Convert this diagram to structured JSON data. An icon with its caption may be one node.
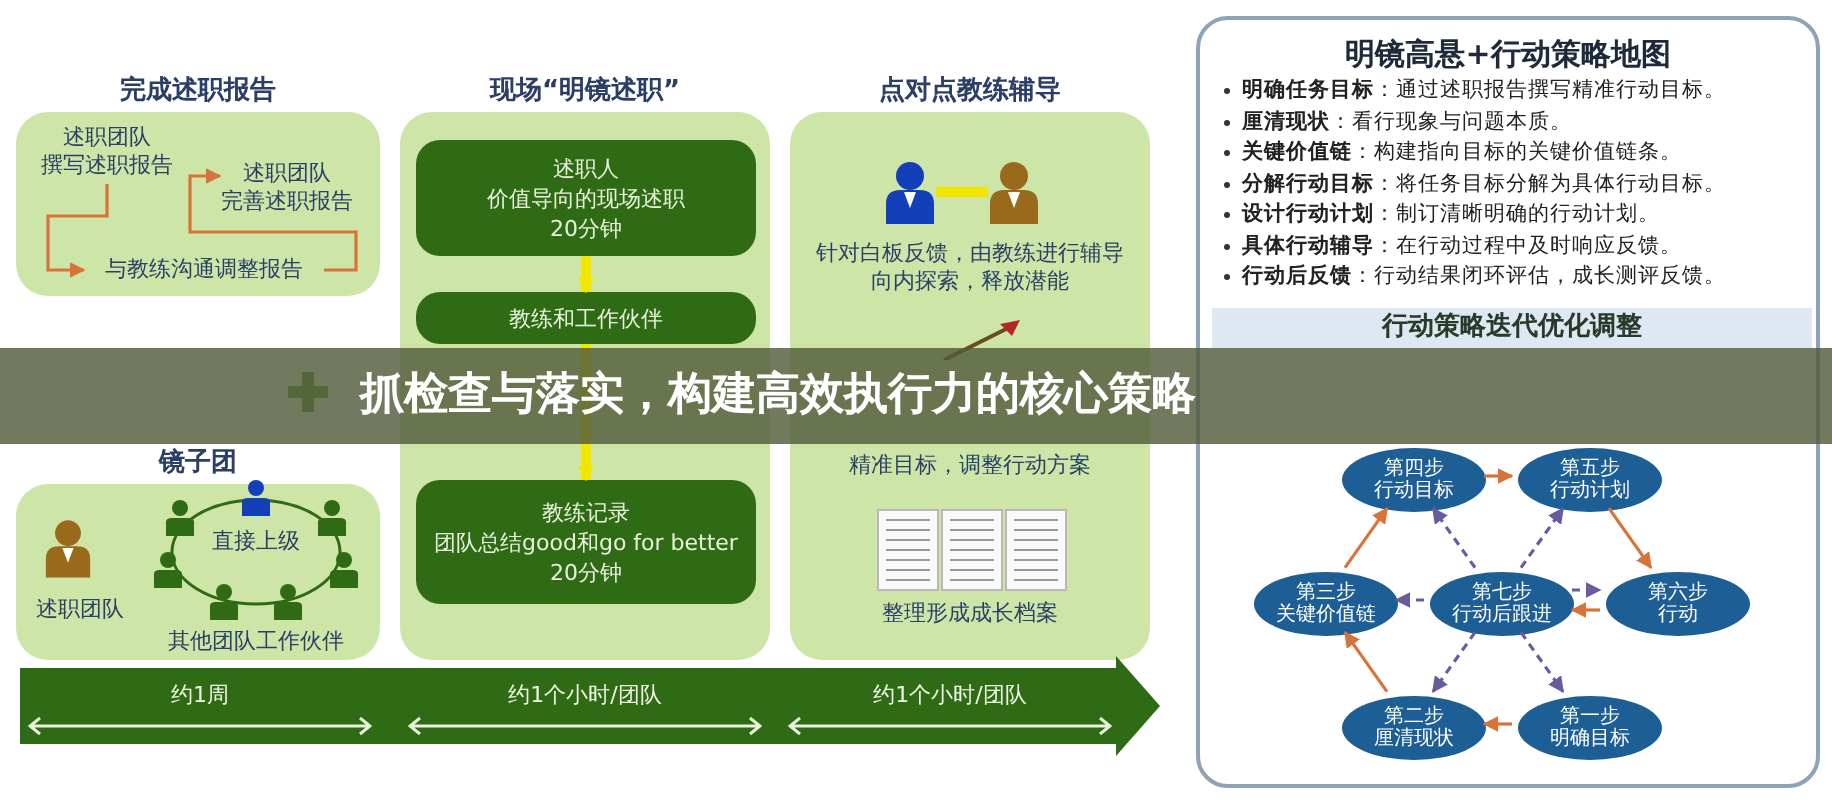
{
  "diagram": {
    "title": "抓检查与落实，构建高效执行力的核心策略",
    "nodes": [
      {
        "text": [
          "完成述职报告"
        ]
      },
      {
        "text": [
          "述职团队",
          "撰写述职报告"
        ],
        "in": 0
      },
      {
        "text": [
          "述职团队",
          "完善述职报告"
        ],
        "in": 0
      },
      {
        "text": [
          "与教练沟通调整报告"
        ],
        "in": 0
      },
      {
        "text": [
          "镜子团"
        ]
      },
      {
        "text": [
          "现场“明镜述职”"
        ]
      },
      {
        "text": [
          "述职人",
          "价值导向的现场述职",
          "20分钟"
        ],
        "in": 5
      },
      {
        "text": [
          "教练和工作伙伴"
        ],
        "in": 5
      },
      {
        "text": [
          "教练记录",
          "团队总结good和go for better",
          "20分钟"
        ],
        "in": 5
      },
      {
        "text": [
          "点对点教练辅导"
        ]
      },
      {
        "text": [],
        "shape": "person",
        "in": 9
      },
      {
        "text": [],
        "shape": "person",
        "in": 9
      },
      {
        "text": [
          "明镜高悬+行动策略地图"
        ]
      },
      {
        "text": [
          "行动策略迭代优化调整"
        ],
        "in": 12
      },
      {
        "text": [
          "第一步",
          "明确目标"
        ],
        "in": 12
      },
      {
        "text": [
          "第二步",
          "厘清现状"
        ],
        "in": 12
      },
      {
        "text": [
          "第三步",
          "关键价值链"
        ],
        "in": 12
      },
      {
        "text": [
          "第四步",
          "行动目标"
        ],
        "in": 12
      },
      {
        "text": [
          "第五步",
          "行动计划"
        ],
        "in": 12
      },
      {
        "text": [
          "第六步",
          "行动"
        ],
        "in": 12
      },
      {
        "text": [
          "第七步",
          "行动后跟进"
        ],
        "in": 12
      }
    ],
    "edges": [
      {
        "from": 1,
        "to": 3,
        "arrow": "to"
      },
      {
        "from": 3,
        "to": 2,
        "arrow": "to"
      },
      {
        "from": 6,
        "to": 7,
        "arrow": "to",
        "style": "thick",
        "color": "#f2e600"
      },
      {
        "from": 7,
        "to": 8,
        "arrow": "to",
        "style": "thick",
        "color": "#f2e600"
      },
      {
        "from": 10,
        "to": 11,
        "arrow": "none",
        "style": "thick",
        "color": "#f2e600"
      },
      {
        "from": 14,
        "to": 15,
        "arrow": "to"
      },
      {
        "from": 15,
        "to": 16,
        "arrow": "to"
      },
      {
        "from": 16,
        "to": 17,
        "arrow": "to"
      },
      {
        "from": 17,
        "to": 18,
        "arrow": "to"
      },
      {
        "from": 18,
        "to": 19,
        "arrow": "to"
      },
      {
        "from": 19,
        "to": 20,
        "arrow": "to"
      },
      {
        "from": 20,
        "to": 17,
        "arrow": "to",
        "style": "dashed",
        "color": "#6b5b9e"
      },
      {
        "from": 20,
        "to": 18,
        "arrow": "to",
        "style": "dashed",
        "color": "#6b5b9e"
      },
      {
        "from": 20,
        "to": 16,
        "arrow": "to",
        "style": "dashed",
        "color": "#6b5b9e"
      },
      {
        "from": 20,
        "to": 19,
        "arrow": "to",
        "style": "dashed",
        "color": "#6b5b9e"
      },
      {
        "from": 20,
        "to": 15,
        "arrow": "to",
        "style": "dashed",
        "color": "#6b5b9e"
      },
      {
        "from": 20,
        "to": 14,
        "arrow": "to",
        "style": "dashed",
        "color": "#6b5b9e"
      }
    ],
    "labels": [
      "述职团队",
      "直接上级",
      "其他团队工作伙伴",
      "针对白板反馈，由教练进行辅导向内探索，释放潜能",
      "精准目标，调整行动方案",
      "整理形成成长档案",
      "约1周",
      "约1个小时/团队",
      "约1个小时/团队",
      "**明确任务目标**：通过述职报告撰写精准行动目标。",
      "**厘清现状**：看行现象与问题本质。",
      "**关键价值链**：构建指向目标的关键价值链条。",
      "**分解行动目标**：将任务目标分解为具体行动目标。",
      "**设计行动计划**：制订清晰明确的行动计划。",
      "**具体行动辅导**：在行动过程中及时响应反馈。",
      "**行动后反馈**：行动结果闭环评估，成长测评反馈。"
    ]
  }
}
